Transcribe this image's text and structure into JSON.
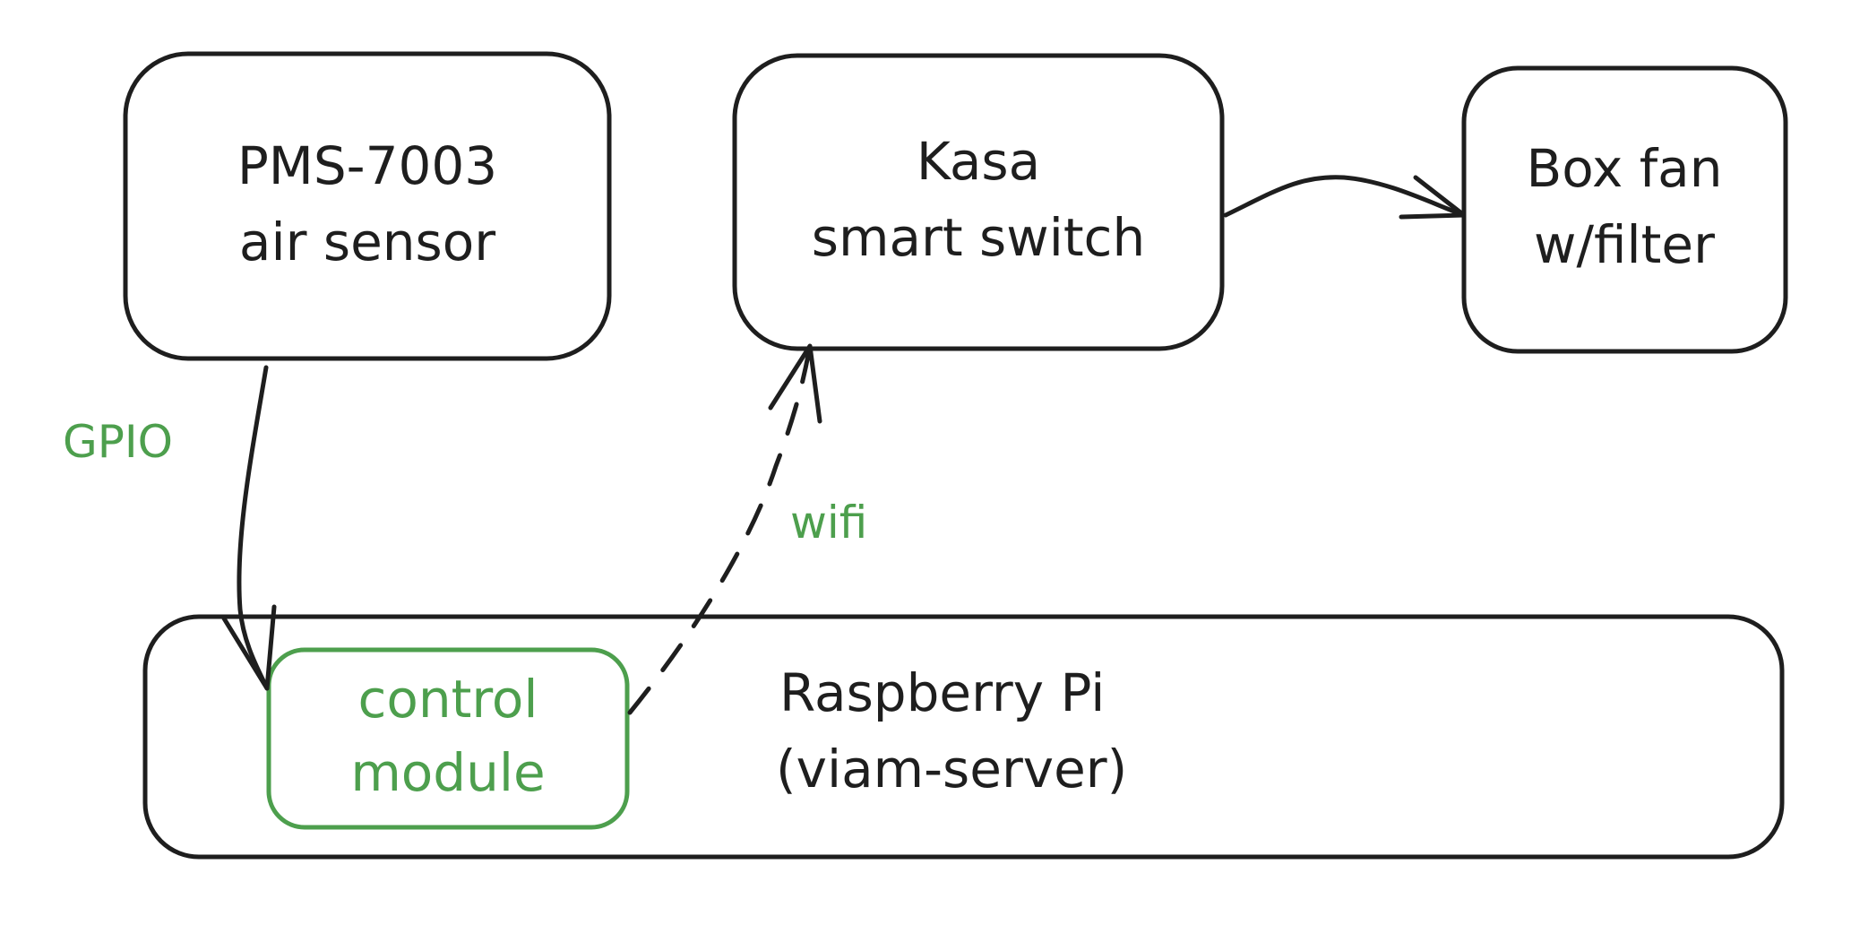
{
  "colors": {
    "stroke": "#1e1e1e",
    "accent_green": "#4d9f4d",
    "background": "#ffffff"
  },
  "nodes": {
    "sensor": {
      "lines": [
        "PMS-7003",
        "air sensor"
      ]
    },
    "switch": {
      "lines": [
        "Kasa",
        "smart switch"
      ]
    },
    "fan": {
      "lines": [
        "Box fan",
        "w/filter"
      ]
    },
    "pi": {
      "lines": [
        "Raspberry Pi",
        "(viam-server)"
      ]
    },
    "module": {
      "lines": [
        "control",
        "module"
      ]
    }
  },
  "edges": [
    {
      "from": "sensor",
      "to": "module",
      "label": "GPIO",
      "style": "solid"
    },
    {
      "from": "module",
      "to": "switch",
      "label": "wifi",
      "style": "dashed"
    },
    {
      "from": "switch",
      "to": "fan",
      "label": "",
      "style": "solid"
    }
  ],
  "labels": {
    "gpio": "GPIO",
    "wifi": "wifi"
  }
}
